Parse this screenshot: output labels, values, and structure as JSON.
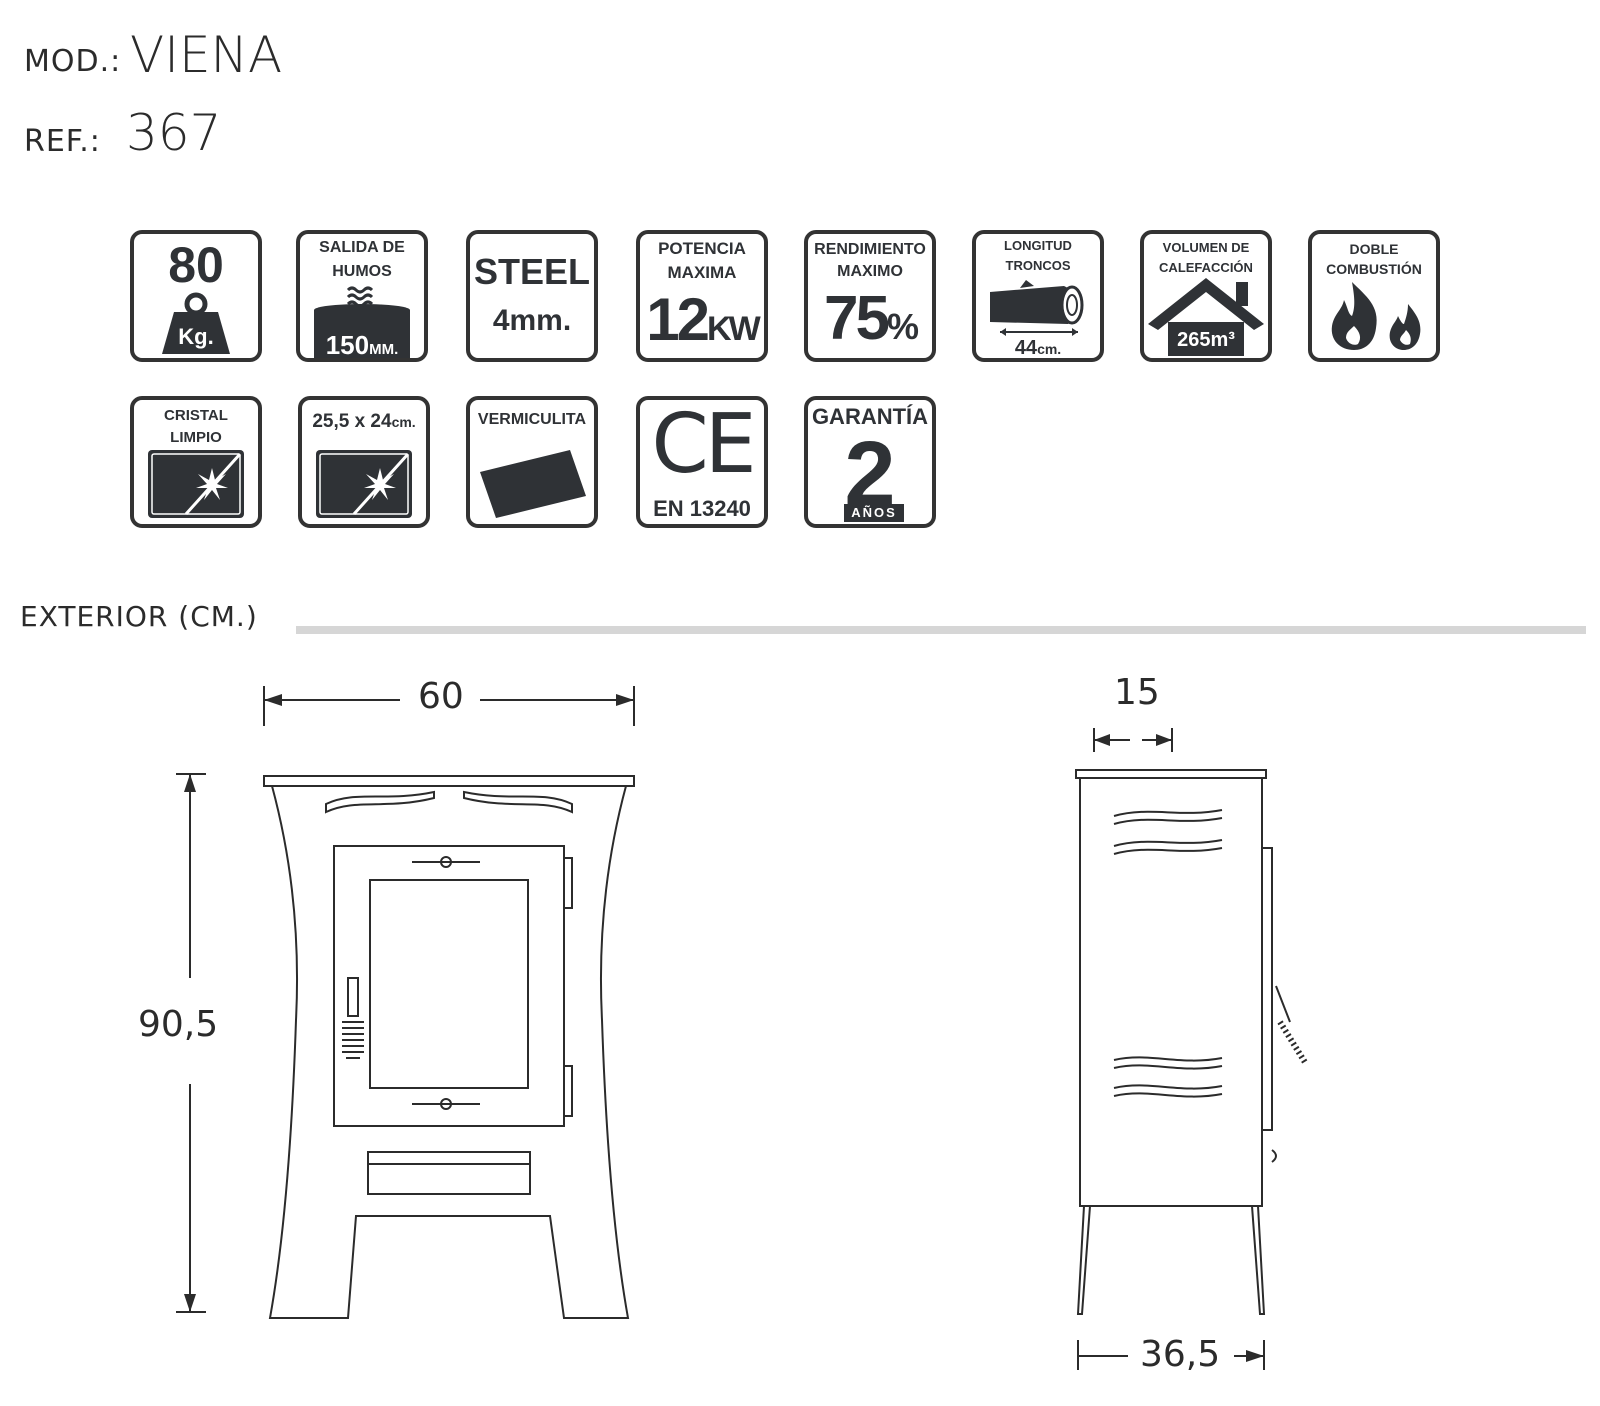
{
  "header": {
    "model_label": "MOD.:",
    "model_value": "VIENA",
    "ref_label": "REF.:",
    "ref_value": "367"
  },
  "badges": {
    "weight": {
      "value": "80",
      "unit": "Kg.",
      "icon": "weight-icon"
    },
    "smoke": {
      "line1": "SALIDA DE",
      "line2": "HUMOS",
      "value": "150",
      "unit": "MM.",
      "icon": "smoke-pipe-icon"
    },
    "steel": {
      "line1": "STEEL",
      "line2": "4mm."
    },
    "power": {
      "line1": "POTENCIA",
      "line2": "MAXIMA",
      "value": "12",
      "unit": "KW"
    },
    "efficiency": {
      "line1": "RENDIMIENTO",
      "line2": "MAXIMO",
      "value": "75",
      "unit": "%"
    },
    "logs": {
      "line1": "LONGITUD",
      "line2": "TRONCOS",
      "value": "44",
      "unit": "cm.",
      "icon": "log-icon"
    },
    "volume": {
      "line1": "VOLUMEN DE",
      "line2": "CALEFACCIÓN",
      "value": "265m³",
      "icon": "house-icon"
    },
    "combustion": {
      "line1": "DOBLE",
      "line2": "COMBUSTIÓN",
      "icon": "flames-icon"
    },
    "clean_glass": {
      "line1": "CRISTAL",
      "line2": "LIMPIO",
      "icon": "glass-sparkle-icon"
    },
    "glass_size": {
      "value": "25,5 x 24",
      "unit": "cm.",
      "icon": "glass-sparkle-icon"
    },
    "vermiculite": {
      "line1": "VERMICULITA",
      "icon": "vermiculite-slab-icon"
    },
    "ce": {
      "mark": "CE",
      "norm": "EN 13240"
    },
    "warranty": {
      "line1": "GARANTÍA",
      "value": "2",
      "unit": "AÑOS"
    }
  },
  "exterior": {
    "title": "EXTERIOR (CM.)",
    "width": "60",
    "height": "90,5",
    "top_offset": "15",
    "depth": "36,5"
  },
  "colors": {
    "badge_dark": "#2f3236",
    "rule": "#d6d6d6",
    "line": "#2b2b2b"
  }
}
